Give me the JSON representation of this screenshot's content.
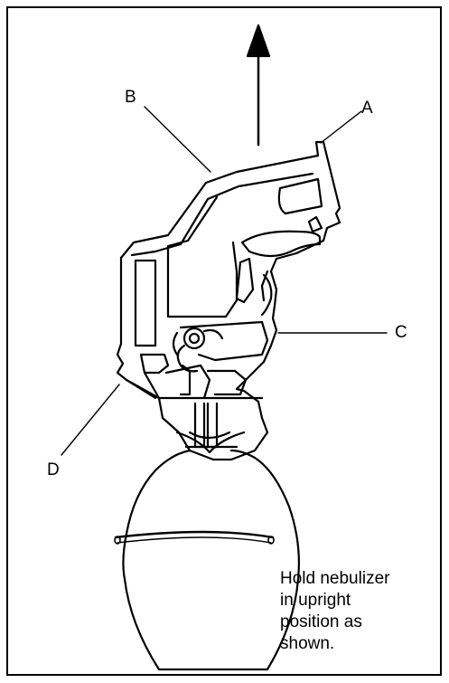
{
  "labels": {
    "a": "A",
    "b": "B",
    "c": "C",
    "d": "D"
  },
  "instruction": {
    "lines": [
      "Hold nebulizer",
      "in upright",
      "position as",
      "shown."
    ]
  },
  "colors": {
    "stroke": "#000000",
    "background": "#ffffff"
  },
  "icons": {
    "arrow": "up-arrow-icon"
  }
}
